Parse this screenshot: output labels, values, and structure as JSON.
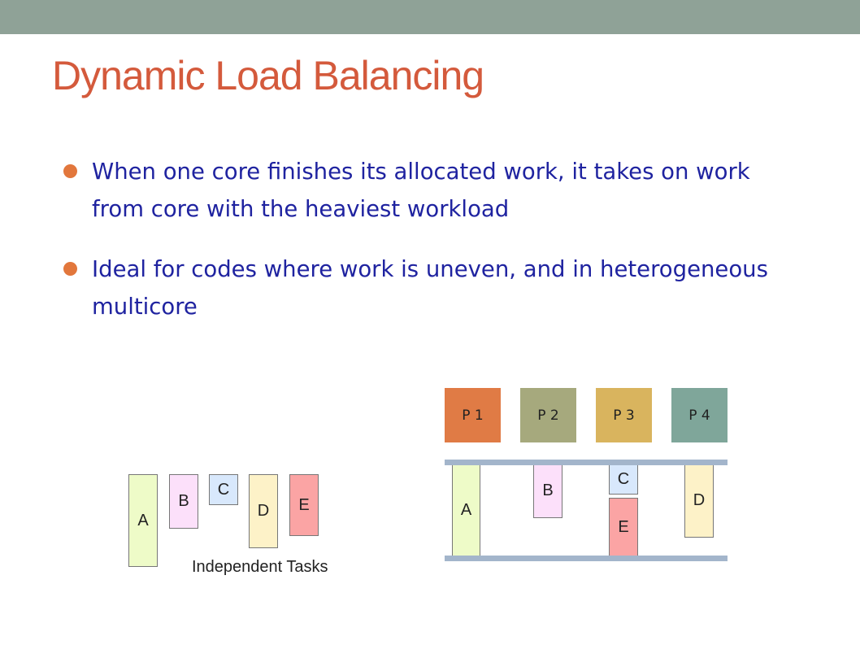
{
  "title": "Dynamic Load Balancing",
  "bullets": [
    "When one core finishes its allocated work, it takes on work from core with the heaviest workload",
    "Ideal for codes where work is uneven, and in heterogeneous multicore"
  ],
  "independent_tasks": {
    "caption": "Independent Tasks",
    "tasks": [
      {
        "label": "A",
        "color": "#eefbc8"
      },
      {
        "label": "B",
        "color": "#fce0fa"
      },
      {
        "label": "C",
        "color": "#d8e8fc"
      },
      {
        "label": "D",
        "color": "#fdf2c8"
      },
      {
        "label": "E",
        "color": "#fba4a4"
      }
    ]
  },
  "processors": [
    {
      "label": "P 1",
      "color": "#e07b45"
    },
    {
      "label": "P 2",
      "color": "#a6a97d"
    },
    {
      "label": "P 3",
      "color": "#d9b45e"
    },
    {
      "label": "P 4",
      "color": "#7fa69a"
    }
  ],
  "assigned_tasks": [
    {
      "label": "A",
      "color": "#eefbc8"
    },
    {
      "label": "B",
      "color": "#fce0fa"
    },
    {
      "label": "C",
      "color": "#d8e8fc"
    },
    {
      "label": "E",
      "color": "#fba4a4"
    },
    {
      "label": "D",
      "color": "#fdf2c8"
    }
  ]
}
